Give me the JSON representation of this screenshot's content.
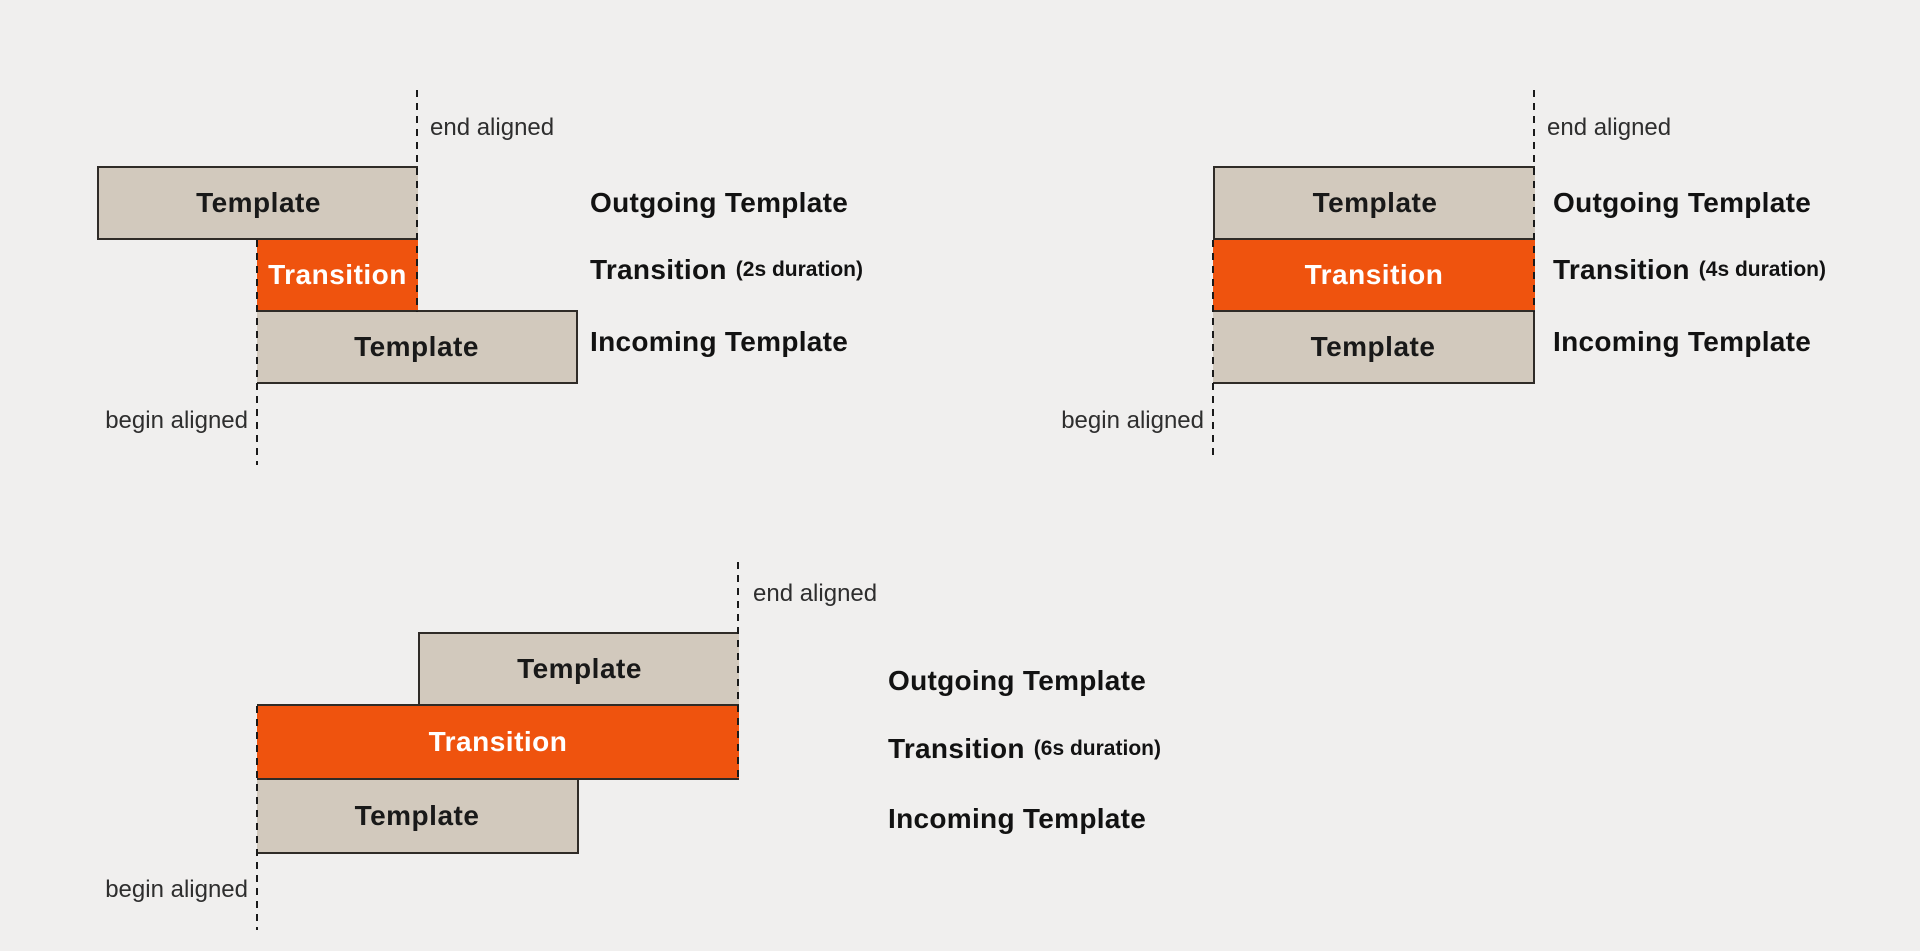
{
  "colors": {
    "background": "#f0efee",
    "template_fill": "#d2c9bd",
    "transition_fill": "#ef530e",
    "box_border": "#2f2b27",
    "dashed_line": "#1a1a1a",
    "box_text_dark": "#191919",
    "box_text_light": "#ffffff",
    "legend_text": "#121212"
  },
  "diagrams": [
    {
      "id": "transition-2s",
      "end_aligned_label": "end aligned",
      "begin_aligned_label": "begin aligned",
      "boxes": {
        "outgoing": "Template",
        "transition": "Transition",
        "incoming": "Template"
      },
      "legend": {
        "outgoing": "Outgoing Template",
        "transition": "Transition",
        "transition_duration": "(2s duration)",
        "incoming": "Incoming Template"
      }
    },
    {
      "id": "transition-4s",
      "end_aligned_label": "end aligned",
      "begin_aligned_label": "begin aligned",
      "boxes": {
        "outgoing": "Template",
        "transition": "Transition",
        "incoming": "Template"
      },
      "legend": {
        "outgoing": "Outgoing Template",
        "transition": "Transition",
        "transition_duration": "(4s duration)",
        "incoming": "Incoming Template"
      }
    },
    {
      "id": "transition-6s",
      "end_aligned_label": "end aligned",
      "begin_aligned_label": "begin aligned",
      "boxes": {
        "outgoing": "Template",
        "transition": "Transition",
        "incoming": "Template"
      },
      "legend": {
        "outgoing": "Outgoing Template",
        "transition": "Transition",
        "transition_duration": "(6s duration)",
        "incoming": "Incoming Template"
      }
    }
  ]
}
